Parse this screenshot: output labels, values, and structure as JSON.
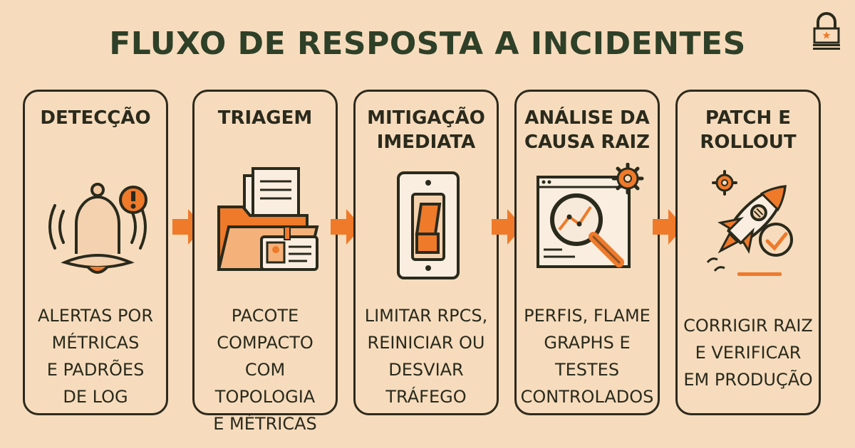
{
  "title": "FLUXO DE RESPOSTA A INCIDENTES",
  "steps": [
    {
      "title": [
        "DETECÇÃO"
      ],
      "icon": "alarm-bell-icon",
      "description": [
        "ALERTAS POR",
        "MÉTRICAS",
        "E PADRÕES",
        "DE LOG"
      ]
    },
    {
      "title": [
        "TRIAGEM"
      ],
      "icon": "folder-documents-icon",
      "description": [
        "PACOTE",
        "COMPACTO COM",
        "TOPOLOGIA",
        "E MÉTRICAS"
      ]
    },
    {
      "title": [
        "MITIGAÇÃO",
        "IMEDIATA"
      ],
      "icon": "toggle-switch-icon",
      "description": [
        "LIMITAR RPCS,",
        "REINICIAR OU",
        "DESVIAR",
        "TRÁFEGO"
      ]
    },
    {
      "title": [
        "ANÁLISE DA",
        "CAUSA RAIZ"
      ],
      "icon": "magnifier-chart-icon",
      "description": [
        "PERFIS, FLAME",
        "GRAPHS E",
        "TESTES",
        "CONTROLADOS"
      ]
    },
    {
      "title": [
        "PATCH E",
        "ROLLOUT"
      ],
      "icon": "rocket-icon",
      "description": [
        "CORRIGIR RAIZ",
        "E VERIFICAR",
        "EM PRODUÇÃO"
      ]
    }
  ],
  "colors": {
    "background": "#f6dcbd",
    "accent": "#ee7a2a",
    "ink": "#2a2a1c",
    "title": "#2e4027"
  }
}
